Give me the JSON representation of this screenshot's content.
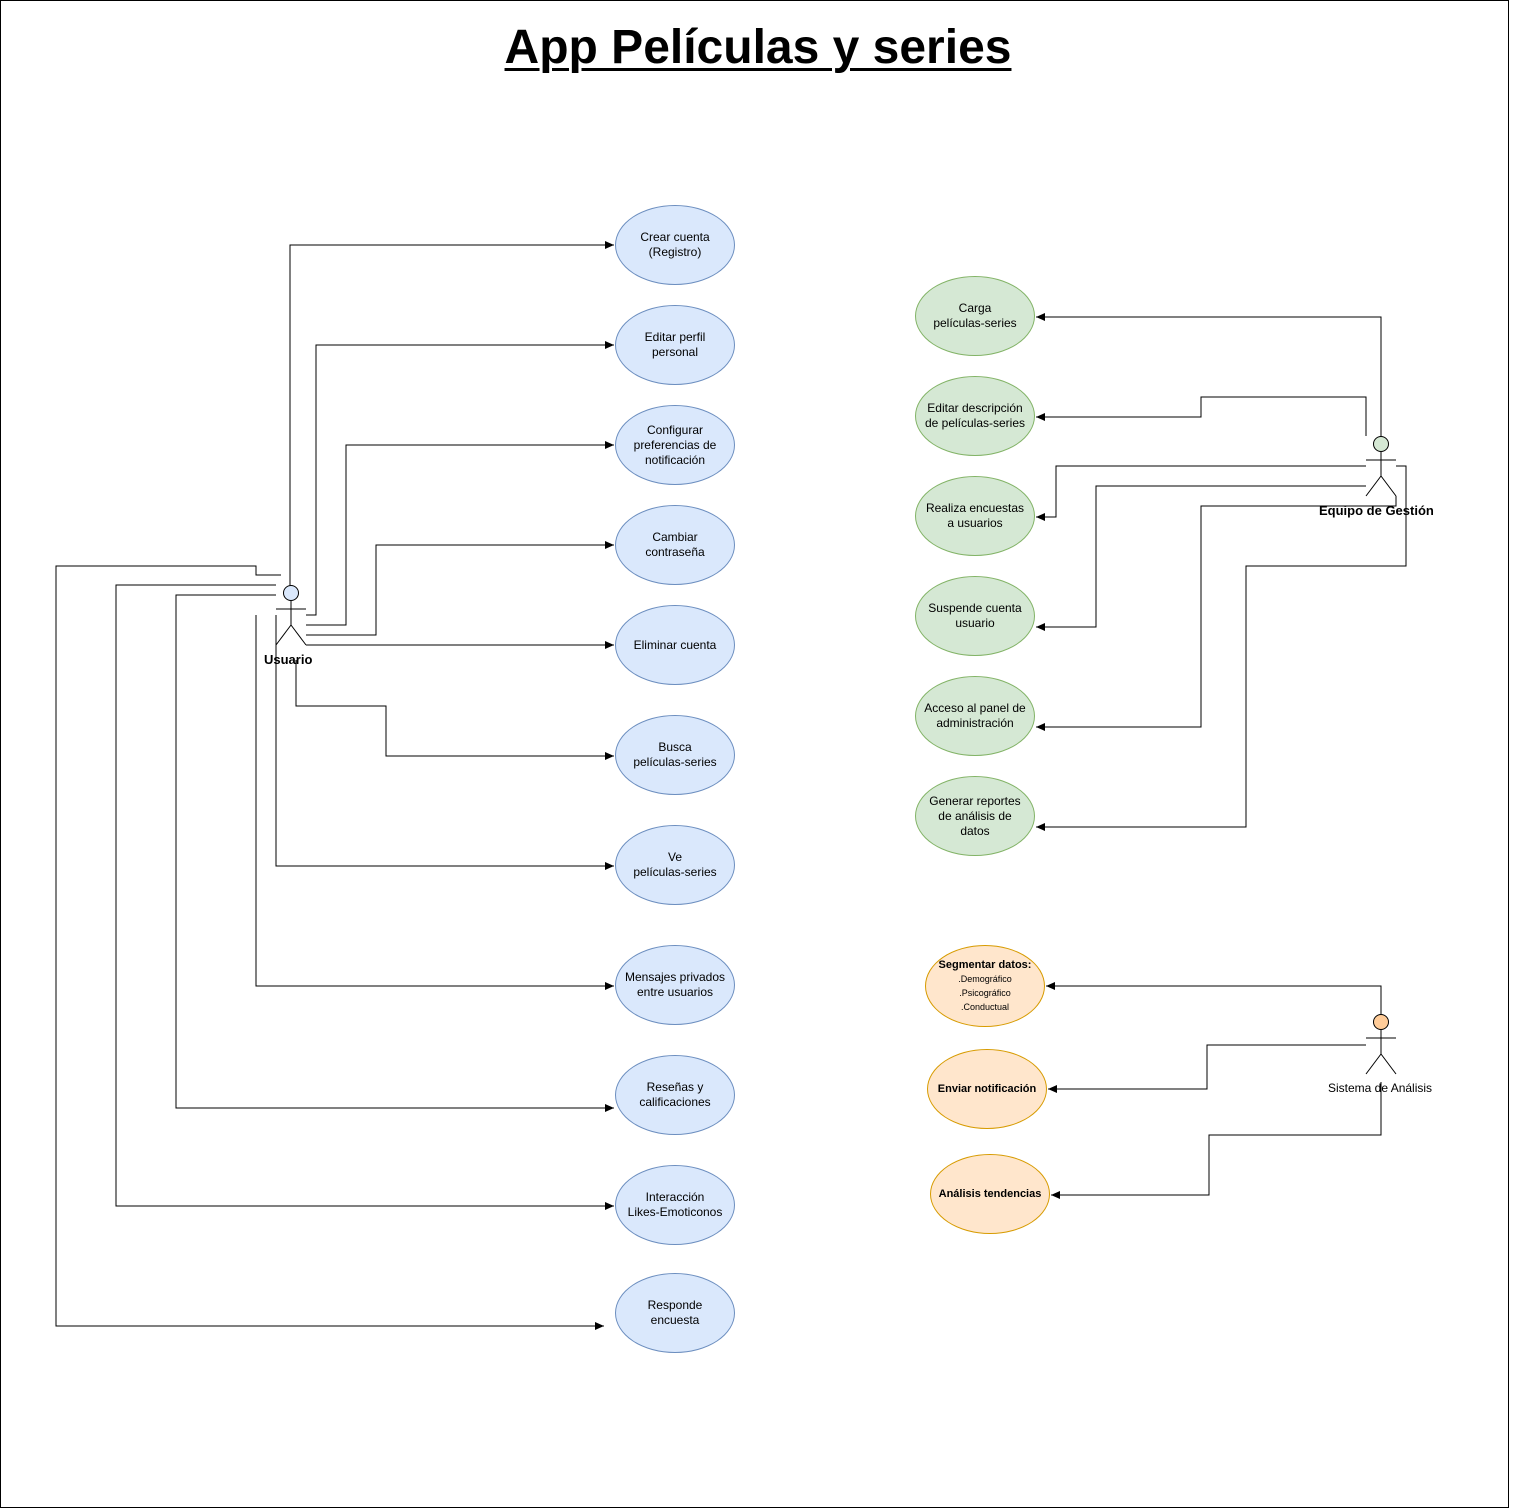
{
  "title": "App Películas y series",
  "actors": {
    "usuario": {
      "label": "Usuario",
      "color": "#dae8fc",
      "stroke": "#000000"
    },
    "equipo": {
      "label": "Equipo de Gestión",
      "color": "#d5e8d4",
      "stroke": "#000000"
    },
    "sistema": {
      "label": "Sistema de Análisis",
      "color": "#ffcc99",
      "stroke": "#000000"
    }
  },
  "usuario_cases": [
    "Crear cuenta\n(Registro)",
    "Editar perfil personal",
    "Configurar preferencias de notificación",
    "Cambiar contraseña",
    "Eliminar cuenta",
    "Busca\npelículas-series",
    "Ve\npelículas-series",
    "Mensajes privados entre usuarios",
    "Reseñas y calificaciones",
    "Interacción\nLikes-Emoticonos",
    "Responde encuesta"
  ],
  "equipo_cases": [
    "Carga\npelículas-series",
    "Editar descripción de películas-series",
    "Realiza encuestas\na usuarios",
    "Suspende cuenta\nusuario",
    "Acceso al panel de administración",
    "Generar reportes de análisis de datos"
  ],
  "sistema_cases": {
    "segmentar": {
      "heading": "Segmentar datos:",
      "items": [
        ".Demográfico",
        ".Psicográfico",
        ".Conductual"
      ]
    },
    "notificacion": "Enviar notificación",
    "tendencias": "Análisis tendencias"
  },
  "colors": {
    "usuario_fill": "#dae8fc",
    "usuario_stroke": "#6c8ebf",
    "equipo_fill": "#d5e8d4",
    "equipo_stroke": "#82b366",
    "sistema_fill": "#ffe6cc",
    "sistema_stroke": "#d79b00"
  }
}
